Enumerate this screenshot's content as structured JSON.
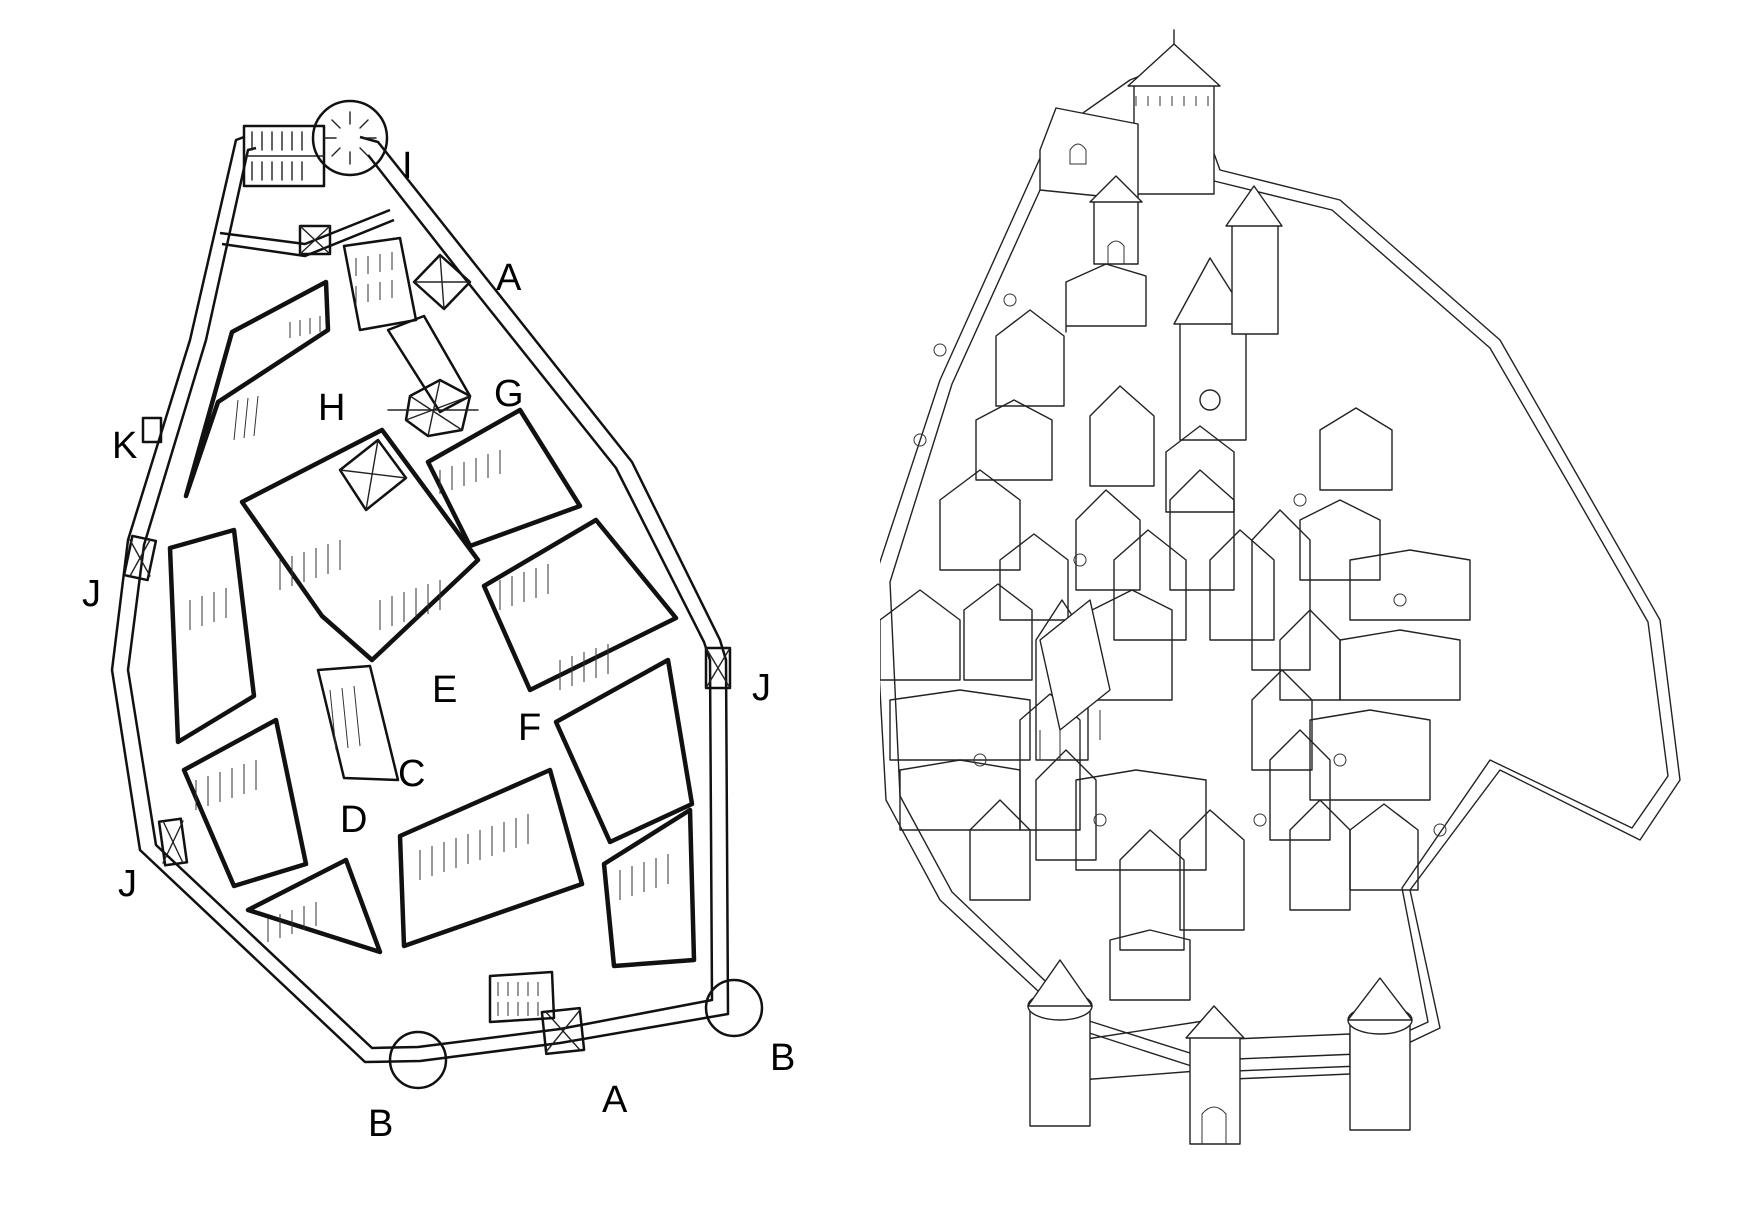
{
  "plan": {
    "labels": {
      "A": "A",
      "B": "B",
      "C": "C",
      "D": "D",
      "E": "E",
      "F": "F",
      "G": "G",
      "H": "H",
      "I": "I",
      "J": "J",
      "K": "K"
    }
  },
  "colors": {
    "ink": "#111111",
    "paper": "#ffffff"
  },
  "icons": [
    "round-tower-icon",
    "gatehouse-icon",
    "church-icon",
    "hatched-building-icon"
  ]
}
